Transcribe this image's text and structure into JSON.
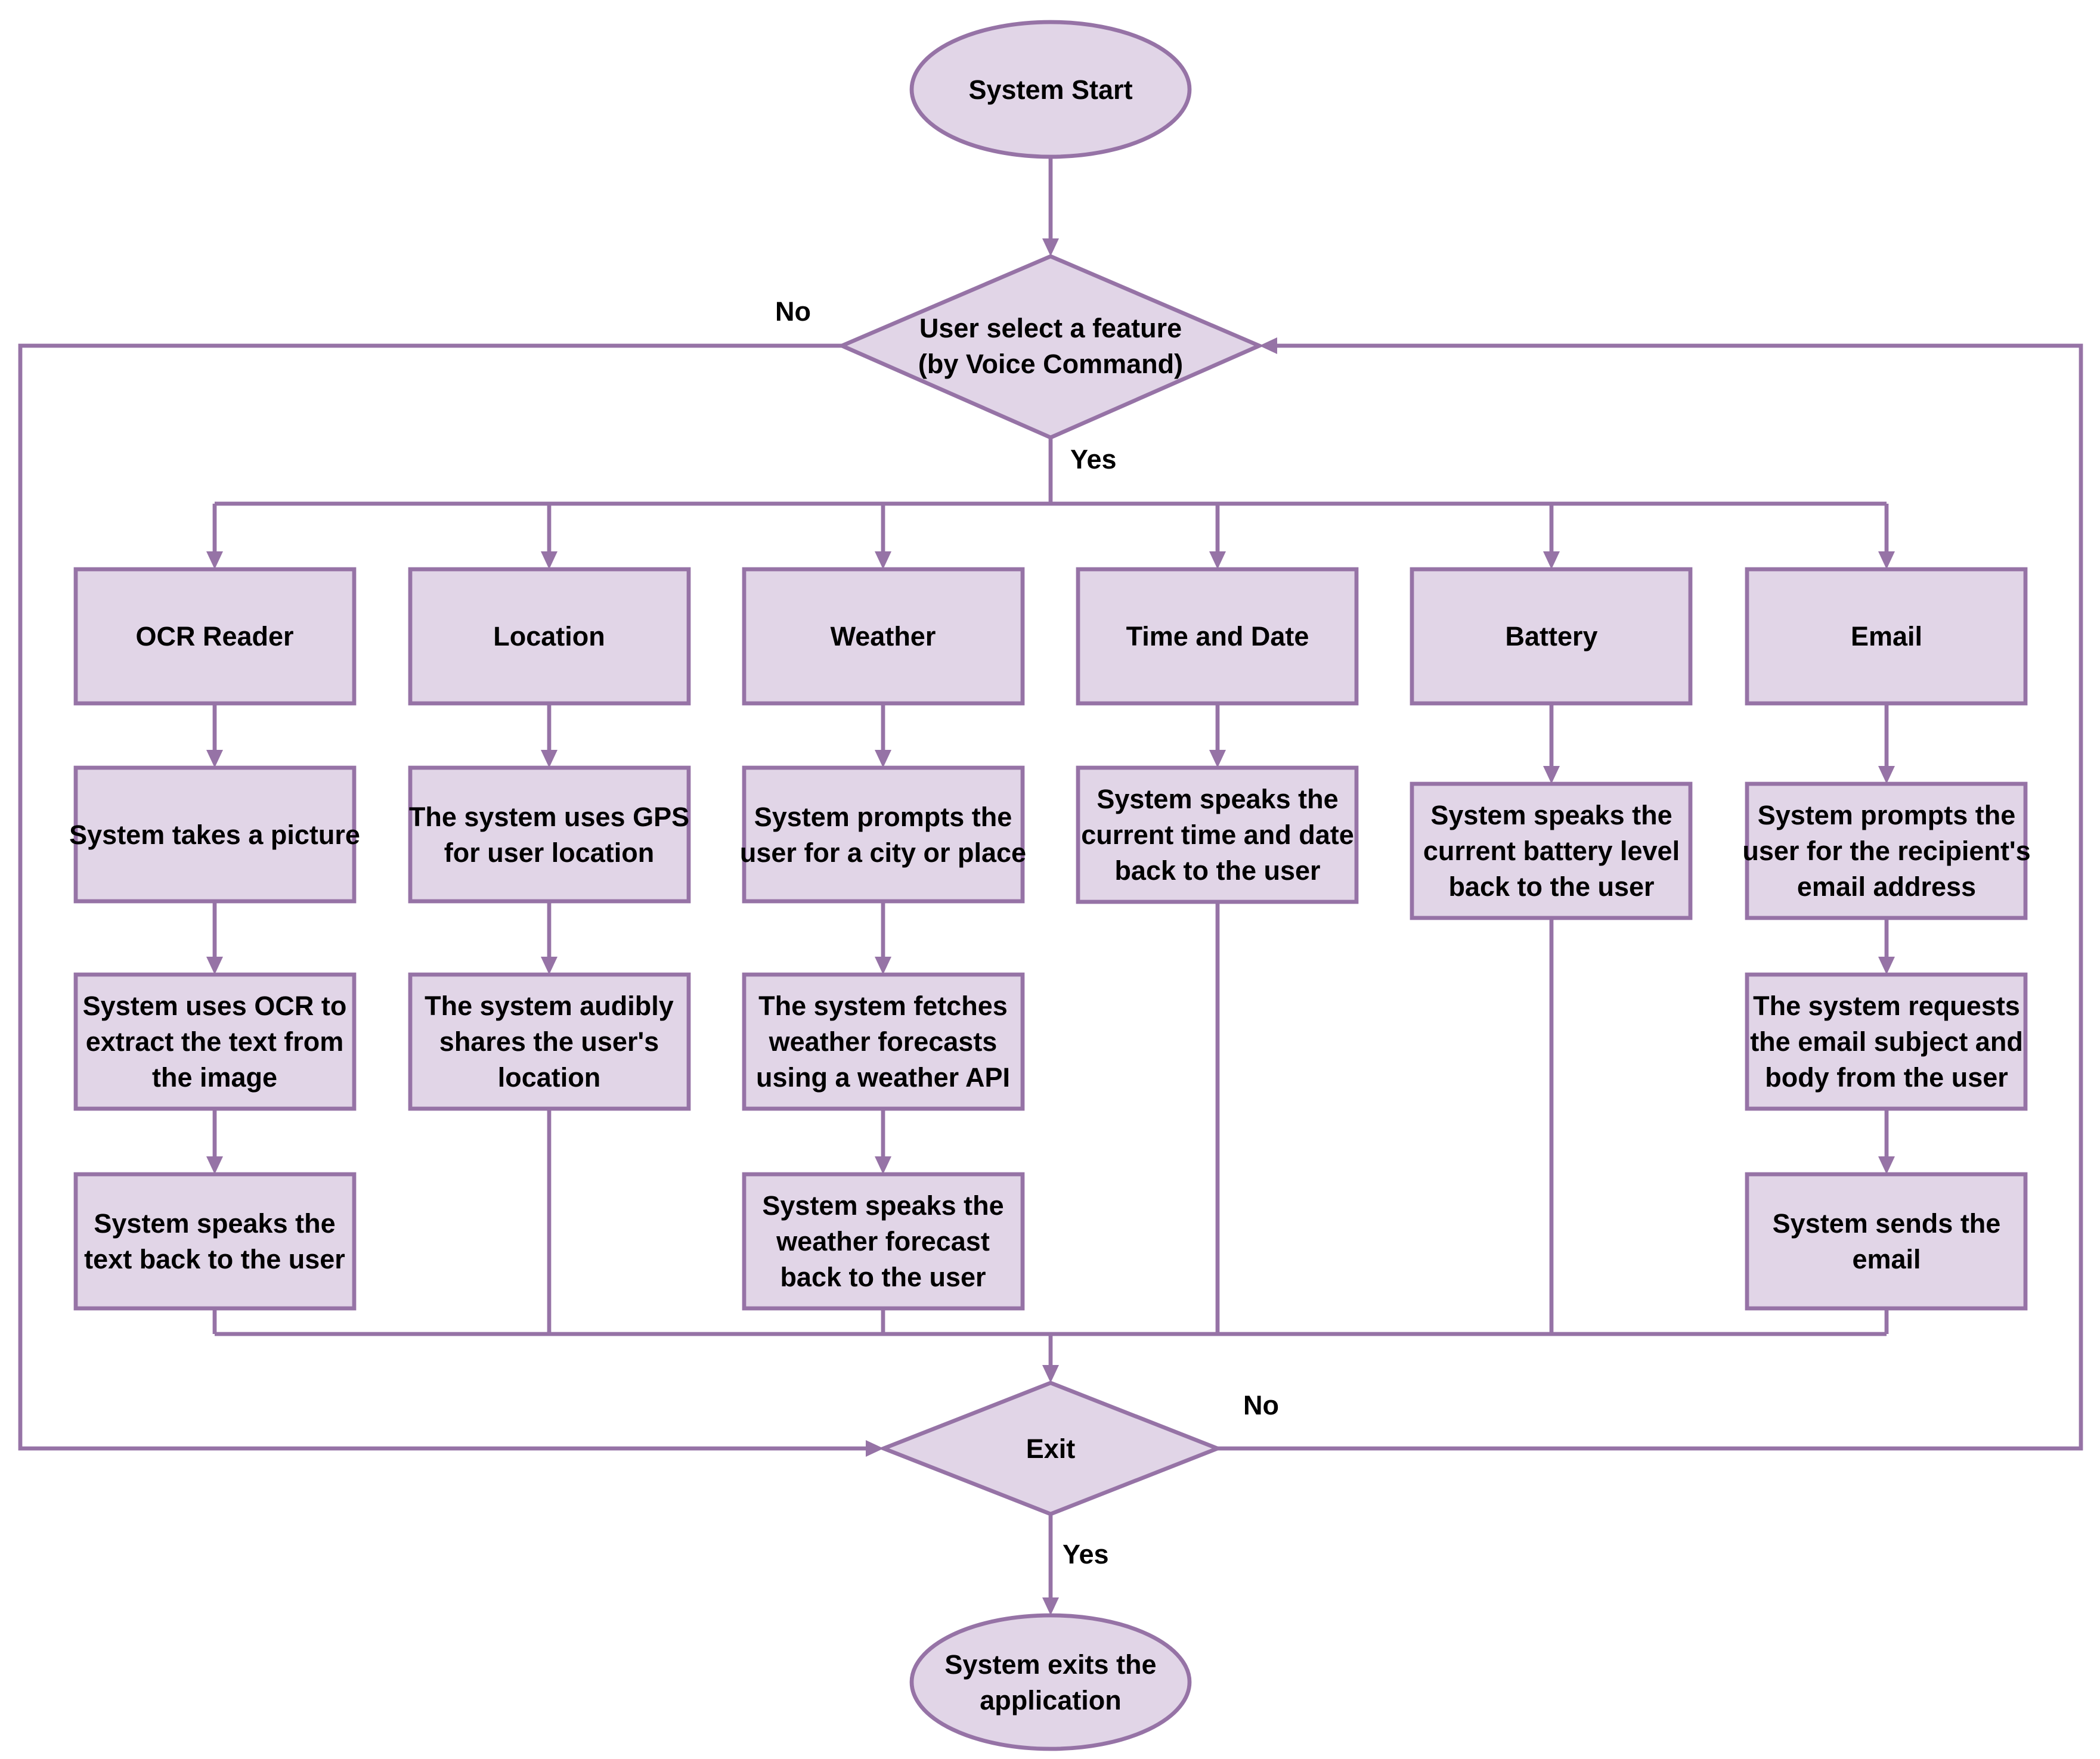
{
  "diagram": {
    "colors": {
      "fill": "#e1d5e7",
      "stroke": "#9673a6",
      "text": "#000000"
    },
    "nodes": {
      "start": [
        "System Start"
      ],
      "select_feature": [
        "User select a feature",
        "(by Voice Command)"
      ],
      "ocr_reader": [
        "OCR Reader"
      ],
      "location": [
        "Location"
      ],
      "weather": [
        "Weather"
      ],
      "time_date": [
        "Time and Date"
      ],
      "battery": [
        "Battery"
      ],
      "email": [
        "Email"
      ],
      "ocr_step1": [
        "System takes a picture"
      ],
      "ocr_step2": [
        "System uses OCR to",
        "extract the text from",
        "the image"
      ],
      "ocr_step3": [
        "System speaks the",
        "text back to the user"
      ],
      "location_step1": [
        "The system uses GPS",
        "for user location"
      ],
      "location_step2": [
        "The system audibly",
        "shares the user's",
        "location"
      ],
      "weather_step1": [
        "System prompts the",
        "user for a city or place"
      ],
      "weather_step2": [
        "The system fetches",
        "weather forecasts",
        "using a weather API"
      ],
      "weather_step3": [
        "System speaks the",
        "weather forecast",
        "back to the user"
      ],
      "time_step1": [
        "System speaks the",
        "current time and date",
        "back to the user"
      ],
      "battery_step1": [
        "System speaks the",
        "current battery level",
        "back to the user"
      ],
      "email_step1": [
        "System prompts the",
        "user for the recipient's",
        "email address"
      ],
      "email_step2": [
        "The system requests",
        "the email subject and",
        "body from the user"
      ],
      "email_step3": [
        "System sends the",
        "email"
      ],
      "exit": [
        "Exit"
      ],
      "end": [
        "System exits the",
        "application"
      ]
    },
    "labels": {
      "select_no": "No",
      "select_yes": "Yes",
      "exit_no": "No",
      "exit_yes": "Yes"
    }
  }
}
